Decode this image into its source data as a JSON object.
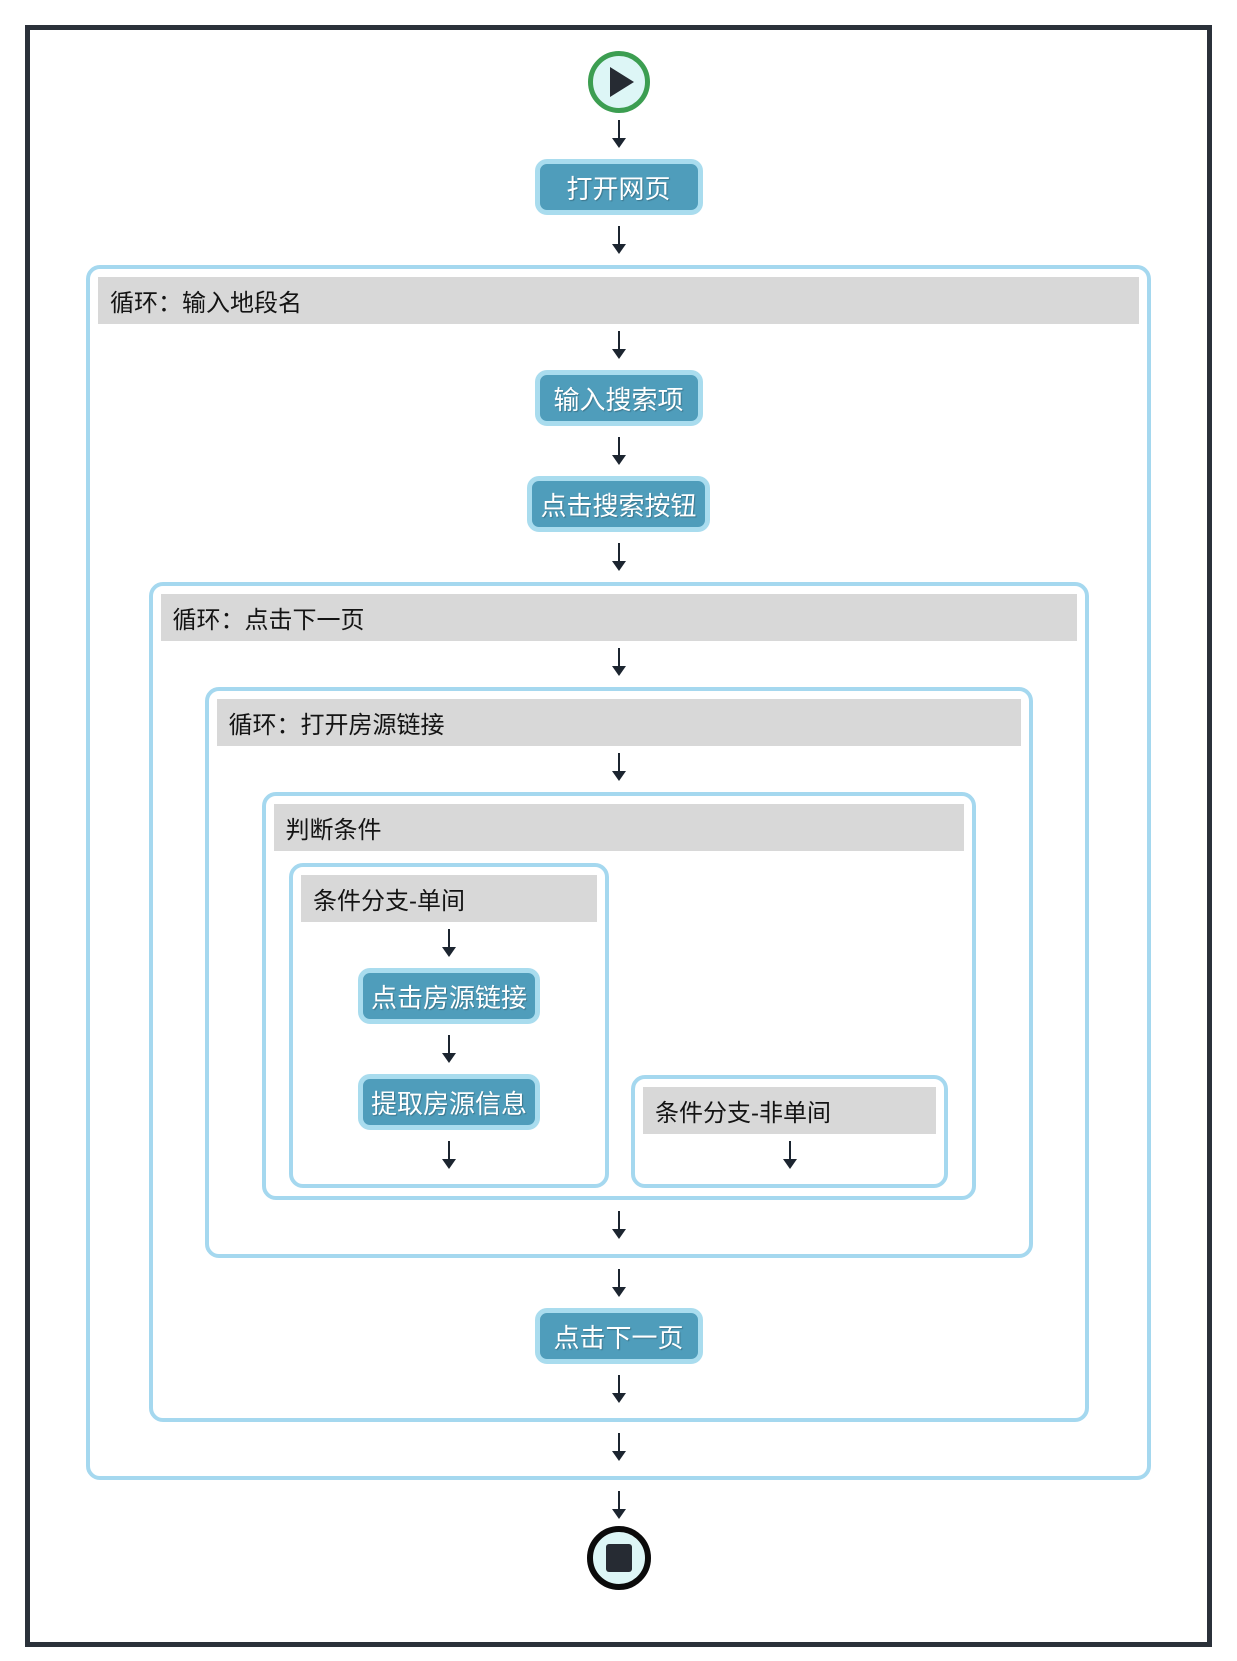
{
  "colors": {
    "frame": "#2B313A",
    "box_border": "#A5D8EF",
    "btn_fill": "#4F9DBB",
    "btn_border": "#A9DCEE",
    "header_bg": "#D8D8D8",
    "arrow": "#1C2530",
    "start_green": "#3C9E51",
    "icon_fill": "#DDF6F6",
    "icon_glyph": "#262B33",
    "end_ring": "#0B0B0B",
    "text_dark": "#141414",
    "btn_text": "#FFFFFF"
  },
  "icons": {
    "start": "play-icon",
    "end": "stop-icon",
    "connector": "down-arrow-icon"
  },
  "nodes": {
    "open_webpage": "打开网页",
    "loop_input_district": "循环：输入地段名",
    "input_search": "输入搜索项",
    "click_search": "点击搜索按钮",
    "loop_next_page": "循环：点击下一页",
    "loop_open_listing": "循环：打开房源链接",
    "condition": "判断条件",
    "branch_single": "条件分支-单间",
    "click_listing": "点击房源链接",
    "extract_info": "提取房源信息",
    "branch_non_single": "条件分支-非单间",
    "click_next_page": "点击下一页"
  }
}
